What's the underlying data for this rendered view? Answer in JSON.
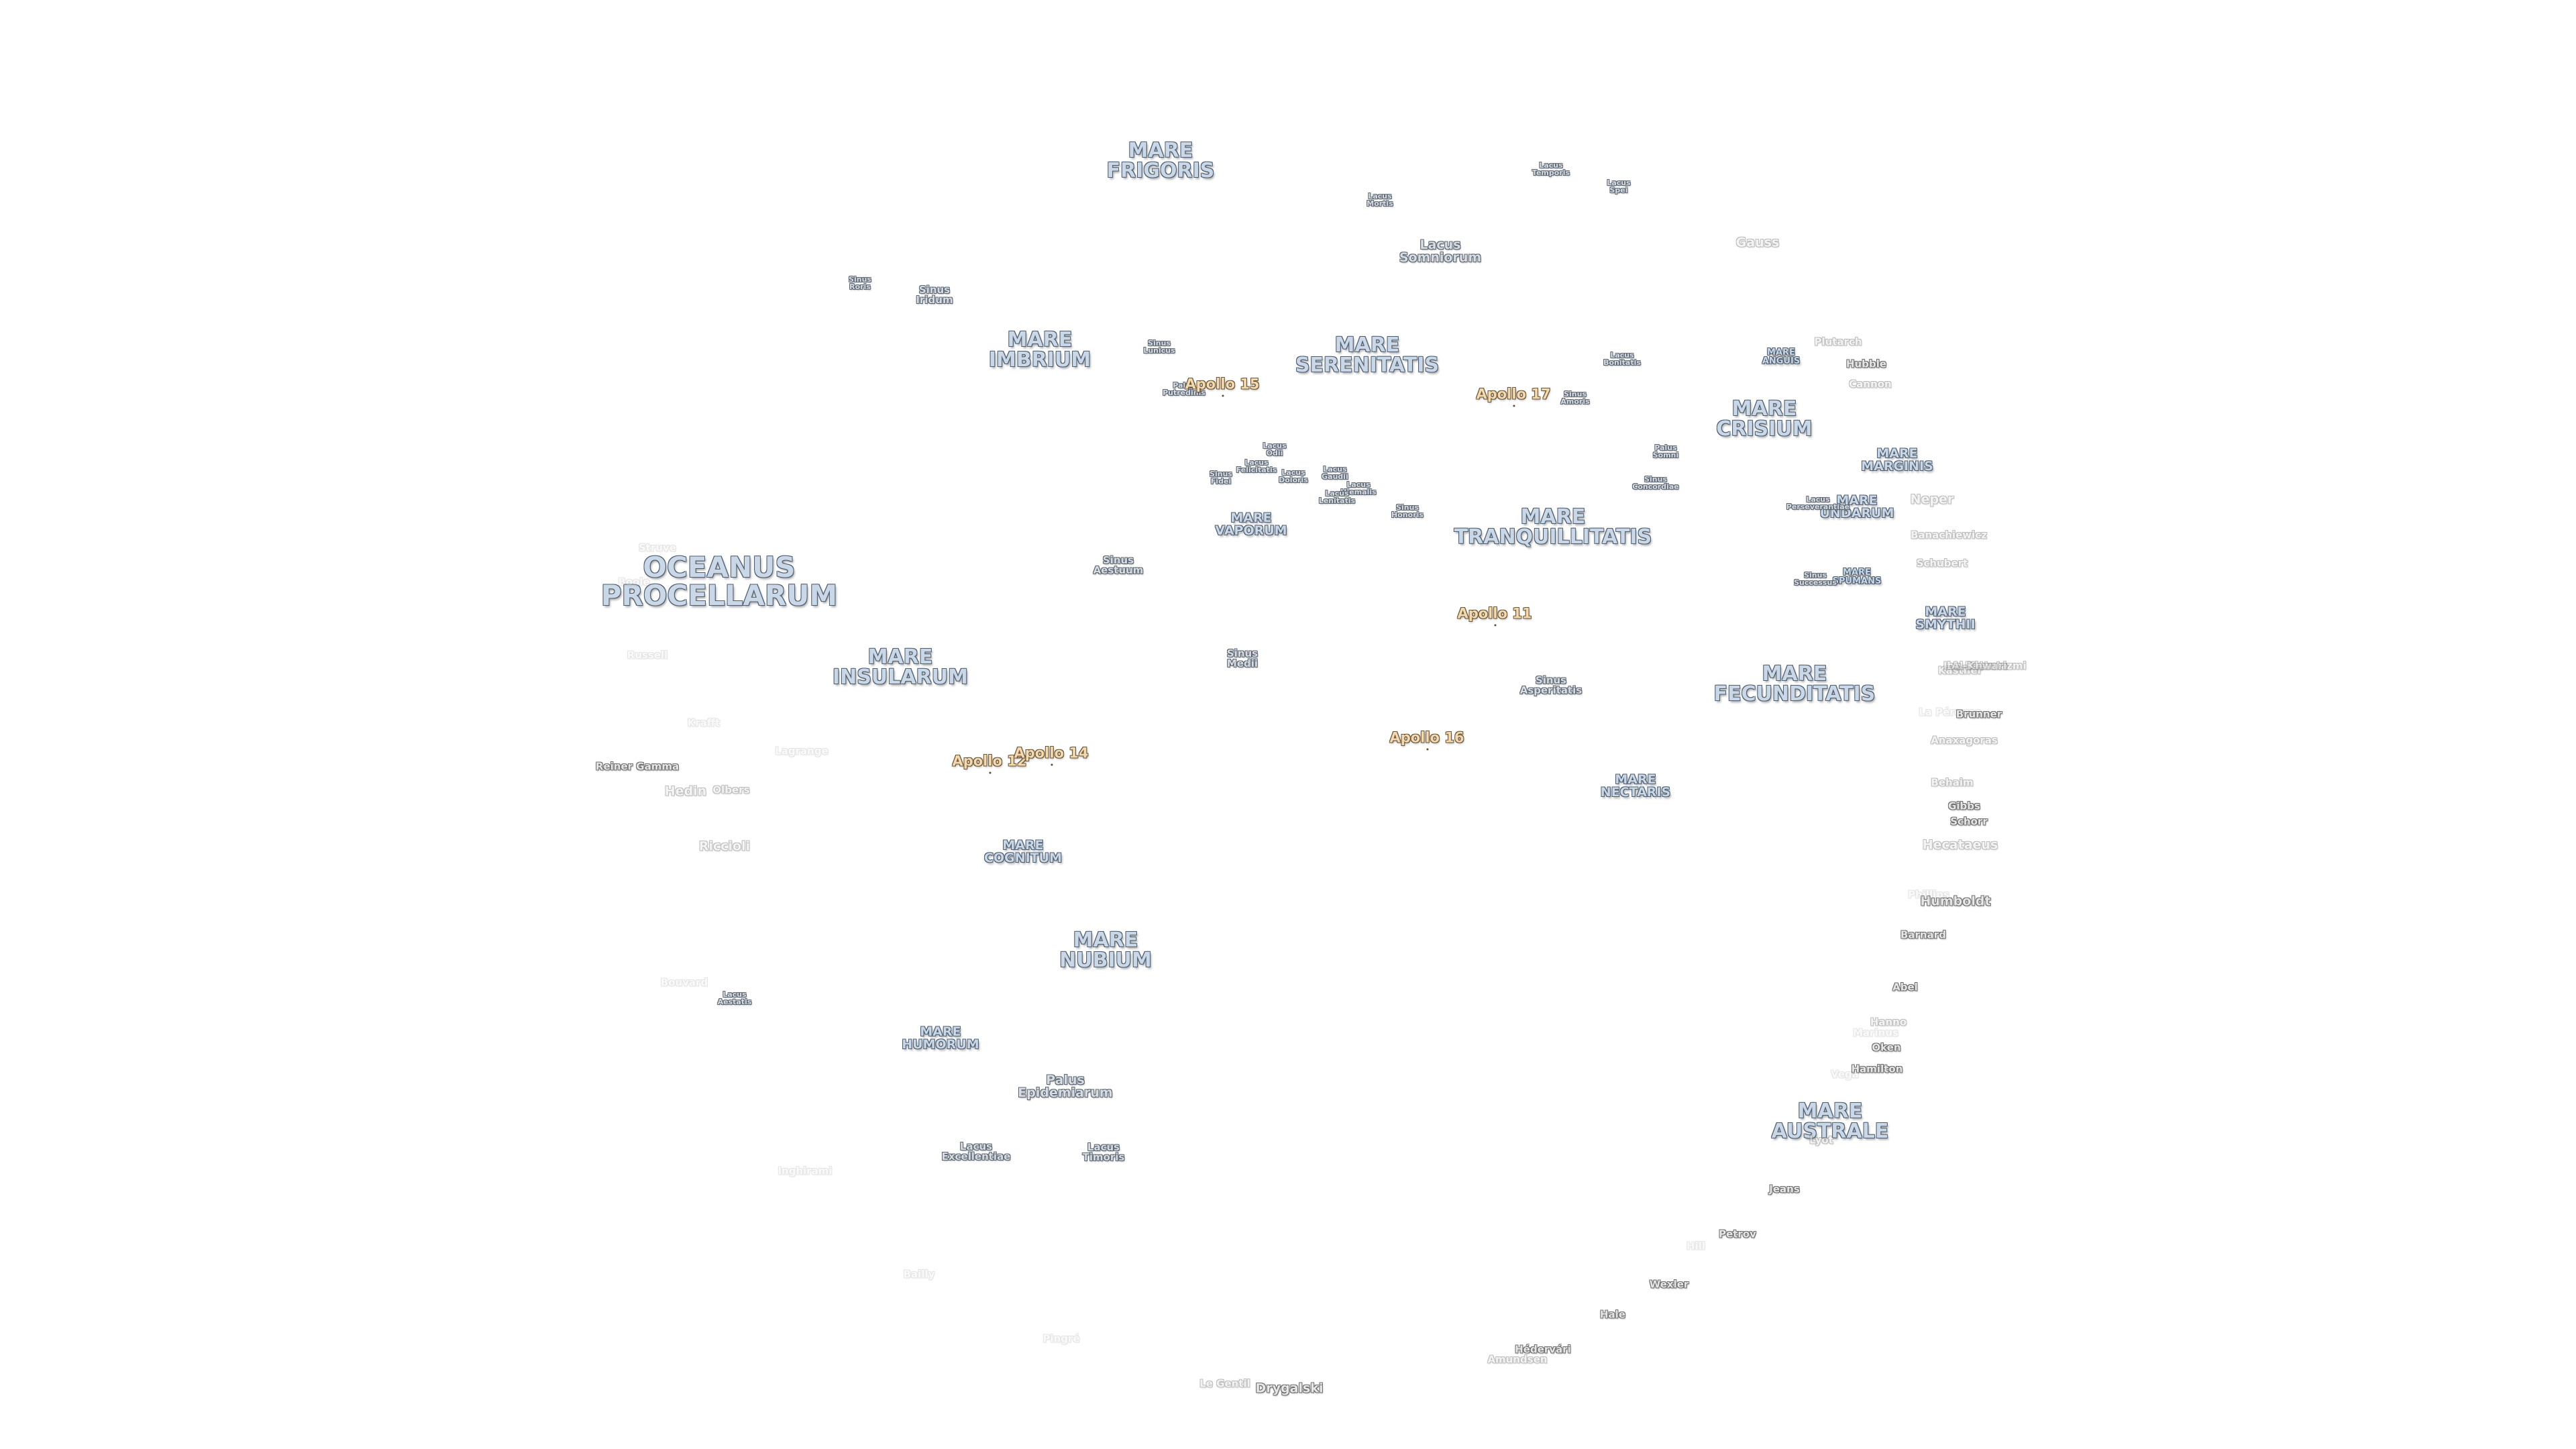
{
  "labels": [
    {
      "text": "MARE\nFRIGORIS",
      "kind": "mare"
    },
    {
      "text": "MARE\nIMBRIUM",
      "kind": "mare"
    },
    {
      "text": "MARE\nSERENITATIS",
      "kind": "mare"
    },
    {
      "text": "MARE\nTRANQUILLITATIS",
      "kind": "mare"
    },
    {
      "text": "MARE\nCRISIUM",
      "kind": "mare"
    },
    {
      "text": "MARE\nFECUNDITATIS",
      "kind": "mare"
    },
    {
      "text": "MARE\nNECTARIS",
      "kind": "mare-small"
    },
    {
      "text": "MARE\nVAPORUM",
      "kind": "mare-small"
    },
    {
      "text": "MARE\nINSULARUM",
      "kind": "mare"
    },
    {
      "text": "MARE\nCOGNITUM",
      "kind": "mare-small"
    },
    {
      "text": "MARE\nNUBIUM",
      "kind": "mare"
    },
    {
      "text": "MARE\nHUMORUM",
      "kind": "mare-small"
    },
    {
      "text": "MARE\nAUSTRALE",
      "kind": "mare"
    },
    {
      "text": "MARE\nMARGINIS",
      "kind": "mare-small"
    },
    {
      "text": "MARE\nUNDARUM",
      "kind": "mare-small"
    },
    {
      "text": "MARE\nSPUMANS",
      "kind": "mare-tiny"
    },
    {
      "text": "MARE\nANGUIS",
      "kind": "mare-tiny"
    },
    {
      "text": "MARE\nSMYTHII",
      "kind": "mare-small"
    },
    {
      "text": "OCEANUS\nPROCELLARUM",
      "kind": "mare-xl"
    },
    {
      "text": "Lacus\nTemporis",
      "kind": "minor-tiny"
    },
    {
      "text": "Lacus\nSpei",
      "kind": "minor-tiny"
    },
    {
      "text": "Lacus\nMortis",
      "kind": "minor-tiny"
    },
    {
      "text": "Lacus\nSomniorum",
      "kind": "minor-mid"
    },
    {
      "text": "Sinus\nRoris",
      "kind": "minor-tiny"
    },
    {
      "text": "Sinus\nIridum",
      "kind": "minor"
    },
    {
      "text": "Sinus\nLunicus",
      "kind": "minor-tiny"
    },
    {
      "text": "Palus\nPutredinis",
      "kind": "minor-tiny"
    },
    {
      "text": "Lacus\nBonitatis",
      "kind": "minor-tiny"
    },
    {
      "text": "Sinus\nAmoris",
      "kind": "minor-tiny"
    },
    {
      "text": "Palus\nSomni",
      "kind": "minor-tiny"
    },
    {
      "text": "Sinus\nConcordiae",
      "kind": "minor-tiny"
    },
    {
      "text": "Lacus\nOdii",
      "kind": "minor-tiny"
    },
    {
      "text": "Lacus\nFelicitatis",
      "kind": "minor-tiny"
    },
    {
      "text": "Sinus\nFidei",
      "kind": "minor-tiny"
    },
    {
      "text": "Lacus\nDoloris",
      "kind": "minor-tiny"
    },
    {
      "text": "Lacus\nGaudii",
      "kind": "minor-tiny"
    },
    {
      "text": "Lacus\nHiemalis",
      "kind": "minor-tiny"
    },
    {
      "text": "Lacus\nLenitatis",
      "kind": "minor-tiny"
    },
    {
      "text": "Sinus\nHonoris",
      "kind": "minor-tiny"
    },
    {
      "text": "Sinus\nAestuum",
      "kind": "minor"
    },
    {
      "text": "Sinus\nMedii",
      "kind": "minor"
    },
    {
      "text": "Sinus\nAsperitatis",
      "kind": "minor"
    },
    {
      "text": "Lacus\nPerseverantiae",
      "kind": "minor-tiny"
    },
    {
      "text": "Sinus\nSuccessus",
      "kind": "minor-tiny"
    },
    {
      "text": "Lacus\nAestatis",
      "kind": "minor-tiny"
    },
    {
      "text": "Palus\nEpidemiarum",
      "kind": "minor-mid"
    },
    {
      "text": "Lacus\nExcellentiae",
      "kind": "minor"
    },
    {
      "text": "Lacus\nTimoris",
      "kind": "minor"
    },
    {
      "text": "Apollo 15",
      "kind": "apollo"
    },
    {
      "text": "Apollo 17",
      "kind": "apollo"
    },
    {
      "text": "Apollo 11",
      "kind": "apollo"
    },
    {
      "text": "Apollo 16",
      "kind": "apollo"
    },
    {
      "text": "Apollo 12",
      "kind": "apollo"
    },
    {
      "text": "Apollo 14",
      "kind": "apollo"
    },
    {
      "text": "Gauss",
      "kind": "crater-big-fade"
    },
    {
      "text": "Plutarch",
      "kind": "crater-fade"
    },
    {
      "text": "Hubble",
      "kind": "crater"
    },
    {
      "text": "Cannon",
      "kind": "crater-fade"
    },
    {
      "text": "Neper",
      "kind": "crater-big-fade"
    },
    {
      "text": "Banachiewicz",
      "kind": "crater-fade"
    },
    {
      "text": "Schubert",
      "kind": "crater-fade"
    },
    {
      "text": "Kästner",
      "kind": "crater-fade"
    },
    {
      "text": "Ibn Battuta",
      "kind": "crater-fade"
    },
    {
      "text": "Al-Khwarizmi",
      "kind": "crater-fade"
    },
    {
      "text": "La Pérouse",
      "kind": "crater-ghost"
    },
    {
      "text": "Brunner",
      "kind": "crater"
    },
    {
      "text": "Anaxagoras",
      "kind": "crater-fade"
    },
    {
      "text": "Behaim",
      "kind": "crater-fade"
    },
    {
      "text": "Gibbs",
      "kind": "crater"
    },
    {
      "text": "Schorr",
      "kind": "crater"
    },
    {
      "text": "Hecataeus",
      "kind": "crater-big-fade"
    },
    {
      "text": "Humboldt",
      "kind": "crater-big"
    },
    {
      "text": "Phillips",
      "kind": "crater-ghost"
    },
    {
      "text": "Barnard",
      "kind": "crater"
    },
    {
      "text": "Abel",
      "kind": "crater"
    },
    {
      "text": "Hanno",
      "kind": "crater-fade"
    },
    {
      "text": "Marinus",
      "kind": "crater-ghost"
    },
    {
      "text": "Oken",
      "kind": "crater"
    },
    {
      "text": "Hamilton",
      "kind": "crater"
    },
    {
      "text": "Vega",
      "kind": "crater-ghost"
    },
    {
      "text": "Lyot",
      "kind": "crater-fade"
    },
    {
      "text": "Jeans",
      "kind": "crater"
    },
    {
      "text": "Hill",
      "kind": "crater-ghost"
    },
    {
      "text": "Petrov",
      "kind": "crater"
    },
    {
      "text": "Wexler",
      "kind": "crater"
    },
    {
      "text": "Hale",
      "kind": "crater"
    },
    {
      "text": "Hédervári",
      "kind": "crater"
    },
    {
      "text": "Amundsen",
      "kind": "crater-fade"
    },
    {
      "text": "Drygalski",
      "kind": "crater-big"
    },
    {
      "text": "Le Gentil",
      "kind": "crater-fade"
    },
    {
      "text": "Pingré",
      "kind": "crater-ghost"
    },
    {
      "text": "Bailly",
      "kind": "crater-ghost"
    },
    {
      "text": "Inghirami",
      "kind": "crater-ghost"
    },
    {
      "text": "Bouvard",
      "kind": "crater-ghost"
    },
    {
      "text": "Lagrange",
      "kind": "crater-ghost"
    },
    {
      "text": "Riccioli",
      "kind": "crater-big-fade"
    },
    {
      "text": "Hedin",
      "kind": "crater-big-fade"
    },
    {
      "text": "Olbers",
      "kind": "crater-fade"
    },
    {
      "text": "Reiner Gamma",
      "kind": "crater"
    },
    {
      "text": "Krafft",
      "kind": "crater-ghost"
    },
    {
      "text": "Russell",
      "kind": "crater-ghost"
    },
    {
      "text": "Struve",
      "kind": "crater-ghost"
    },
    {
      "text": "Boole",
      "kind": "crater-ghost"
    }
  ]
}
